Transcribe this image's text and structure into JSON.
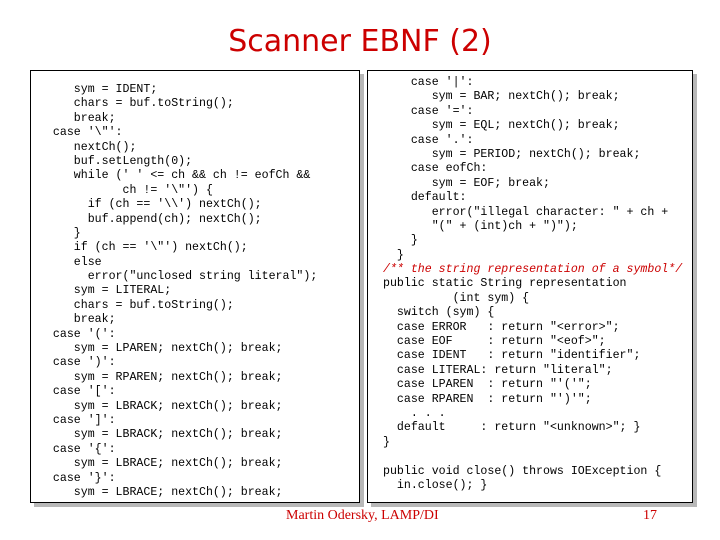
{
  "slide": {
    "title": "Scanner EBNF (2)",
    "author": "Martin Odersky, LAMP/DI",
    "page_number": "17"
  },
  "left_panel": {
    "lines": [
      "     sym = IDENT;",
      "     chars = buf.toString();",
      "     break;",
      "  case '\\\"':",
      "     nextCh();",
      "     buf.setLength(0);",
      "     while (' ' <= ch && ch != eofCh &&",
      "            ch != '\\\"') {",
      "       if (ch == '\\\\') nextCh();",
      "       buf.append(ch); nextCh();",
      "     }",
      "     if (ch == '\\\"') nextCh();",
      "     else",
      "       error(\"unclosed string literal\");",
      "     sym = LITERAL;",
      "     chars = buf.toString();",
      "     break;",
      "  case '(':",
      "     sym = LPAREN; nextCh(); break;",
      "  case ')':",
      "     sym = RPAREN; nextCh(); break;",
      "  case '[':",
      "     sym = LBRACK; nextCh(); break;",
      "  case ']':",
      "     sym = LBRACK; nextCh(); break;",
      "  case '{':",
      "     sym = LBRACE; nextCh(); break;",
      "  case '}':",
      "     sym = LBRACE; nextCh(); break;"
    ]
  },
  "right_panel": {
    "lines": [
      "    case '|':",
      "       sym = BAR; nextCh(); break;",
      "    case '=':",
      "       sym = EQL; nextCh(); break;",
      "    case '.':",
      "       sym = PERIOD; nextCh(); break;",
      "    case eofCh:",
      "       sym = EOF; break;",
      "    default:",
      "       error(\"illegal character: \" + ch +",
      "       \"(\" + (int)ch + \")\");",
      "    }",
      "  }",
      "/** the string representation of a symbol*/",
      "public static String representation",
      "          (int sym) {",
      "  switch (sym) {",
      "  case ERROR   : return \"<error>\";",
      "  case EOF     : return \"<eof>\";",
      "  case IDENT   : return \"identifier\";",
      "  case LITERAL: return \"literal\";",
      "  case LPAREN  : return \"'('\";",
      "  case RPAREN  : return \"')'\";",
      "    . . .",
      "  default     : return \"<unknown>\"; }",
      "}",
      "",
      "public void close() throws IOException {",
      "  in.close(); }"
    ]
  }
}
